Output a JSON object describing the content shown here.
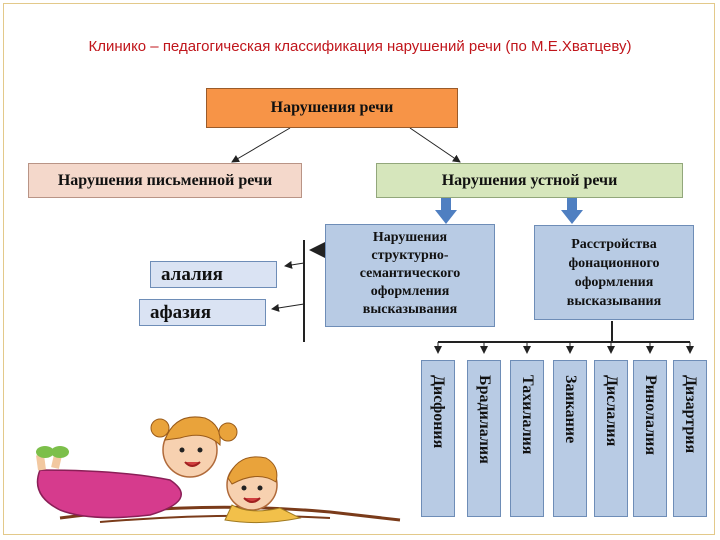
{
  "title": "Клинико – педагогическая  классификация нарушений речи (по М.Е.Хватцеву)",
  "root": "Нарушения речи",
  "written": "Нарушения письменной речи",
  "oral": "Нарушения устной речи",
  "structural": "Нарушения\nструктурно-\nсемантического\nоформления\nвысказывания",
  "phonation": "Расстройства\nфонационного\nоформления\nвысказывания",
  "structural_items": [
    "алалия",
    "афазия"
  ],
  "phonation_items": [
    "Дисфония",
    "Брадилалия",
    "Тахилалия",
    "Заикание",
    "Дислалия",
    "Ринолалия",
    "Дизартрия"
  ],
  "colors": {
    "root_fill": "#f79447",
    "written_fill": "#f4d8cb",
    "oral_fill": "#d6e6bc",
    "blue_fill": "#b8cbe4",
    "title_color": "#c0151b",
    "arrow_blue": "#4f7fc1"
  }
}
